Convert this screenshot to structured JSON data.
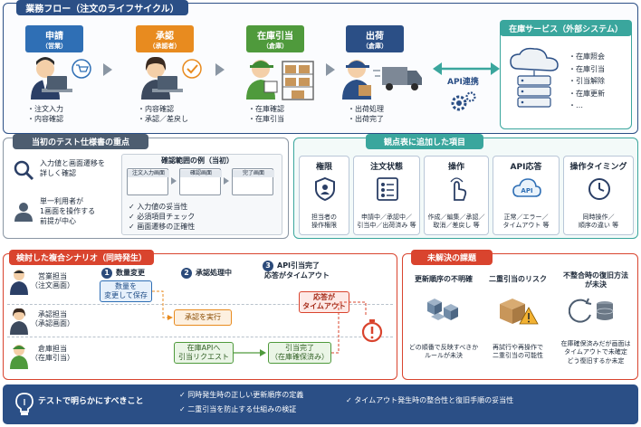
{
  "flow": {
    "title": "業務フロー（注文のライフサイクル）",
    "stages": [
      {
        "name": "申請",
        "role": "（営業）",
        "color": "#2f6fb5",
        "items": [
          "注文入力",
          "内容確認"
        ]
      },
      {
        "name": "承認",
        "role": "（承認者）",
        "color": "#e88b1f",
        "items": [
          "内容確認",
          "承認／差戻し"
        ]
      },
      {
        "name": "在庫引当",
        "role": "（倉庫）",
        "color": "#4f9a3c",
        "items": [
          "在庫確認",
          "在庫引当"
        ]
      },
      {
        "name": "出荷",
        "role": "（倉庫）",
        "color": "#2b4f86",
        "items": [
          "出荷処理",
          "出荷完了"
        ]
      }
    ],
    "api_label": "API連携",
    "external": {
      "title": "在庫サービス（外部システム）",
      "items": [
        "在庫照会",
        "在庫引当",
        "引当解除",
        "在庫更新",
        "…"
      ]
    }
  },
  "spec": {
    "title": "当初のテスト仕様書の重点",
    "point1": [
      "入力値と画面遷移を",
      "詳しく確認"
    ],
    "point2": [
      "単一利用者が",
      "1画面を操作する",
      "前提が中心"
    ],
    "scope_title": "確認範囲の例（当初）",
    "screens": [
      "注文入力画面",
      "確認画面",
      "完了画面"
    ],
    "checks": [
      "入力値の妥当性",
      "必須項目チェック",
      "画面遷移の正確性"
    ]
  },
  "view": {
    "title": "観点表に追加した項目",
    "cards": [
      {
        "title": "権限",
        "desc": [
          "担当者の",
          "操作権限"
        ]
      },
      {
        "title": "注文状態",
        "desc": [
          "申請中／承認中／",
          "引当中／出荷済み 等"
        ]
      },
      {
        "title": "操作",
        "desc": [
          "作成／編集／承認／",
          "取消／差戻し 等"
        ]
      },
      {
        "title": "API応答",
        "desc": [
          "正常／エラー／",
          "タイムアウト 等"
        ]
      },
      {
        "title": "操作タイミング",
        "desc": [
          "同時操作／",
          "順序の違い 等"
        ]
      }
    ]
  },
  "scenario": {
    "title": "検討した複合シナリオ（同時発生）",
    "actors": [
      {
        "name": "営業担当",
        "screen": "（注文画面）"
      },
      {
        "name": "承認担当",
        "screen": "（承認画面）"
      },
      {
        "name": "倉庫担当",
        "screen": "（在庫引当）"
      }
    ],
    "steps": [
      {
        "num": "1",
        "label": "数量変更"
      },
      {
        "num": "2",
        "label": "承認処理中"
      },
      {
        "num": "3",
        "label": "API引当完了"
      }
    ],
    "step3_sub": "応答がタイムアウト",
    "boxes": {
      "qty": [
        "数量を",
        "変更して保存"
      ],
      "approve": "承認を実行",
      "api_req": [
        "在庫APIへ",
        "引当リクエスト"
      ],
      "done": [
        "引当完了",
        "（在庫確保済み）"
      ],
      "timeout": [
        "応答が",
        "タイムアウト"
      ]
    }
  },
  "issues": {
    "title": "未解決の課題",
    "items": [
      {
        "title": "更新順序の不明確",
        "desc": [
          "どの順番で反映すべきか",
          "ルールが未決"
        ]
      },
      {
        "title": "二重引当のリスク",
        "desc": [
          "再試行や再操作で",
          "二重引当の可能性"
        ]
      },
      {
        "title": "不整合時の復旧方法",
        "title2": "が未決",
        "desc": [
          "在庫確保済みだが画面は",
          "タイムアウトで未確定",
          "どう復旧するか未定"
        ]
      }
    ]
  },
  "footer": {
    "lead": "テストで明らかにすべきこと",
    "items": [
      "同時発生時の正しい更新順序の定義",
      "タイムアウト発生時の整合性と復旧手順の妥当性",
      "二重引当を防止する仕組みの検証"
    ]
  }
}
